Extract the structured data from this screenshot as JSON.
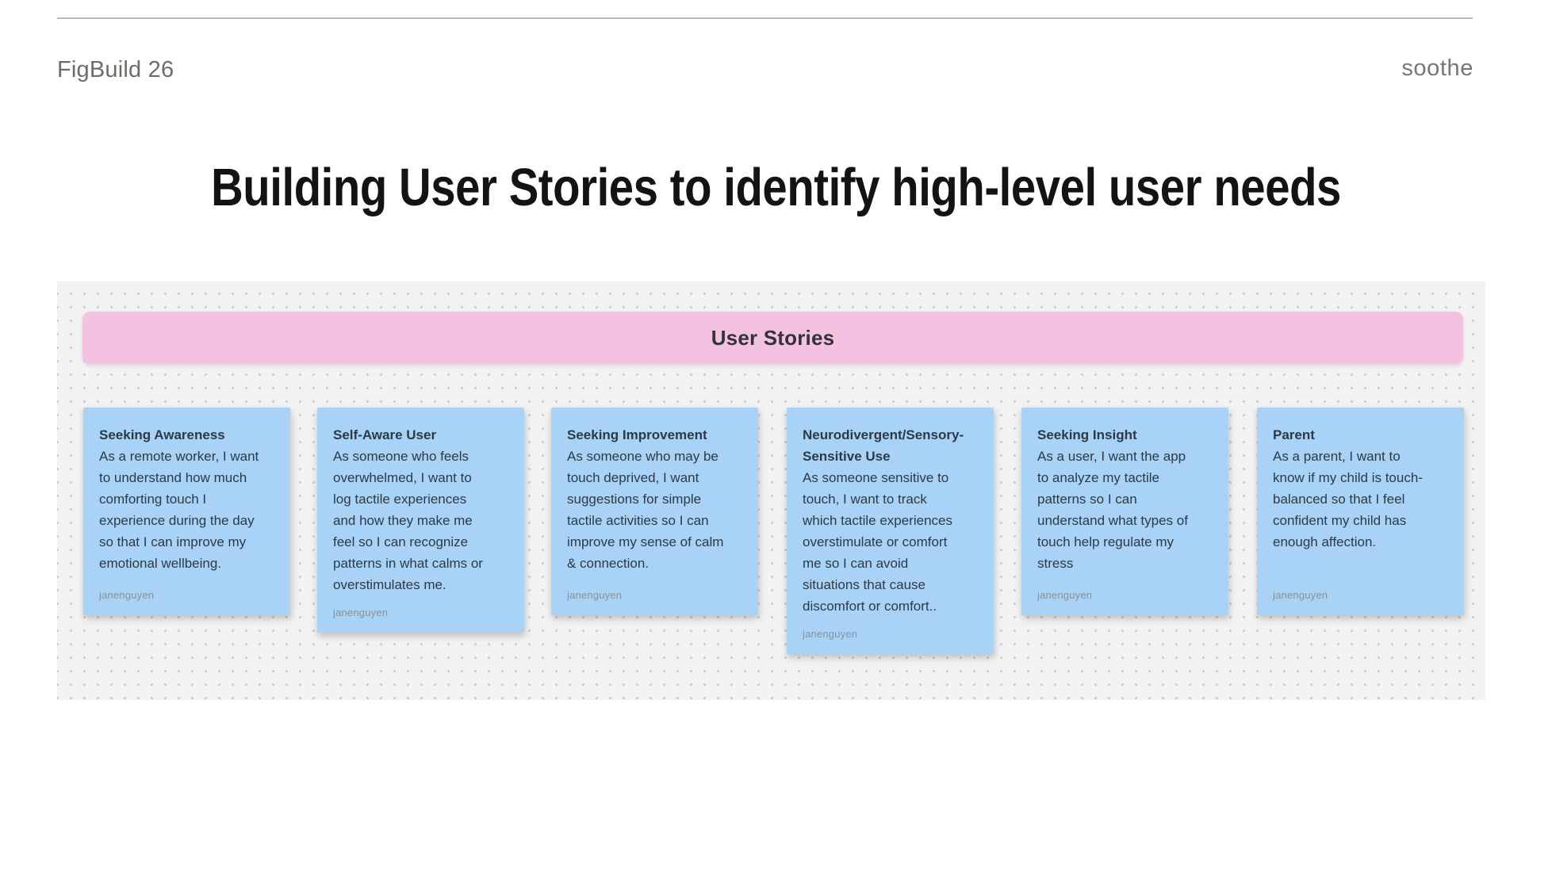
{
  "header": {
    "project_label": "FigBuild 26",
    "brand_label": "soothe"
  },
  "title": "Building User Stories to identify high-level user needs",
  "board": {
    "banner_label": "User Stories",
    "notes": [
      {
        "title": "Seeking Awareness",
        "body": "As a remote worker, I want\nto understand how much\ncomforting touch I\nexperience during the day\nso that I can improve my\nemotional wellbeing.",
        "author": "janenguyen"
      },
      {
        "title": "Self-Aware User",
        "body": "As someone who feels\noverwhelmed, I want to\nlog tactile experiences\nand how they make me\nfeel so I can recognize\npatterns in what calms or\noverstimulates me.",
        "author": "janenguyen"
      },
      {
        "title": "Seeking Improvement",
        "body": "As someone who may be\ntouch deprived, I want\nsuggestions for simple\ntactile activities so I can\nimprove my sense of calm\n& connection.",
        "author": "janenguyen"
      },
      {
        "title": "Neurodivergent/Sensory-\nSensitive Use",
        "body": "As someone sensitive to\ntouch, I want to track\nwhich tactile experiences\noverstimulate or comfort\nme so I can avoid\nsituations that cause\ndiscomfort or comfort..",
        "author": "janenguyen"
      },
      {
        "title": "Seeking Insight",
        "body": "As a user, I want the app\nto analyze my tactile\npatterns so I can\nunderstand what types of\ntouch help regulate my\nstress",
        "author": "janenguyen"
      },
      {
        "title": "Parent",
        "body": "As a parent, I want to\nknow if my child is touch-\nbalanced so that I feel\nconfident my child has\nenough affection.",
        "author": "janenguyen"
      }
    ]
  },
  "colors": {
    "page_bg": "#ffffff",
    "divider_gray": "#b9b9b9",
    "header_text_gray": "#6f6b66",
    "title_black": "#131313",
    "canvas_bg": "#f2f2f2",
    "canvas_dot": "#c4c4c4",
    "banner_pink": "#f4c2e1",
    "note_blue": "#a9d3f6",
    "note_text": "#2c3947",
    "author_gray": "#8a9099"
  }
}
